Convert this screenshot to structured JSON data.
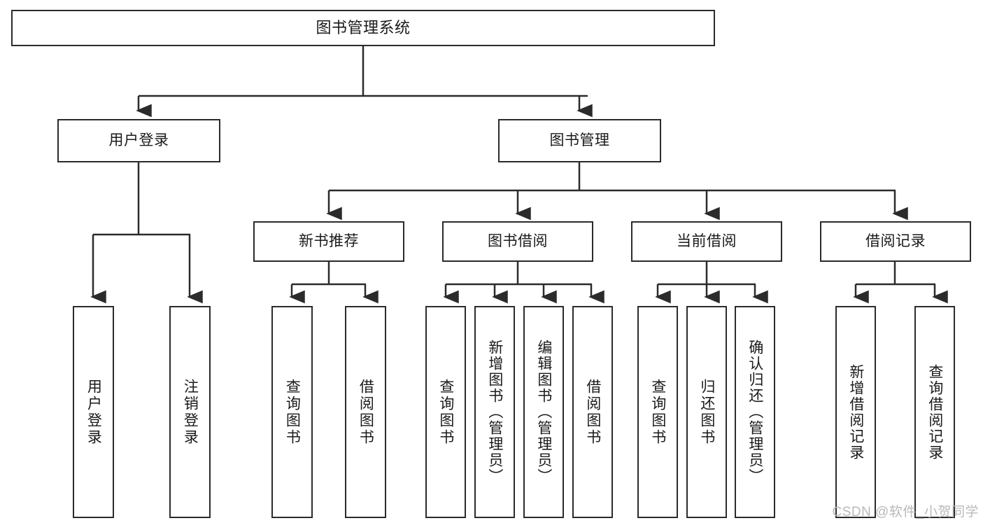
{
  "diagram": {
    "title": "图书管理系统",
    "watermark": "CSDN @软件_小贺同学",
    "colors": {
      "background": "#ffffff",
      "stroke": "#2b2b2b",
      "text": "#1a1a1a",
      "watermark": "#b9b9b9"
    }
  },
  "nodes": {
    "root": {
      "label": "图书管理系统"
    },
    "level2": [
      {
        "label": "用户登录"
      },
      {
        "label": "图书管理"
      }
    ],
    "level3": [
      {
        "label": "新书推荐"
      },
      {
        "label": "图书借阅"
      },
      {
        "label": "当前借阅"
      },
      {
        "label": "借阅记录"
      }
    ],
    "leaves": {
      "user_login": [
        {
          "label": "用户登录"
        },
        {
          "label": "注销登录"
        }
      ],
      "new_book": [
        {
          "label": "查询图书"
        },
        {
          "label": "借阅图书"
        }
      ],
      "book_borrow": [
        {
          "label": "查询图书"
        },
        {
          "label": "新增图书（管理员）"
        },
        {
          "label": "编辑图书（管理员）"
        },
        {
          "label": "借阅图书"
        }
      ],
      "current_borrow": [
        {
          "label": "查询图书"
        },
        {
          "label": "归还图书"
        },
        {
          "label": "确认归还（管理员）"
        }
      ],
      "borrow_record": [
        {
          "label": "新增借阅记录"
        },
        {
          "label": "查询借阅记录"
        }
      ]
    }
  }
}
